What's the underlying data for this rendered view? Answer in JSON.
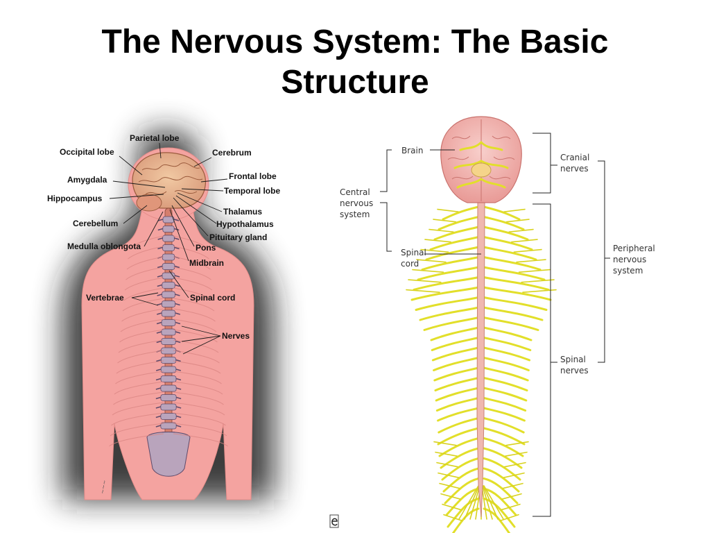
{
  "title": {
    "line1": "The Nervous System: The Basic",
    "line2": "Structure"
  },
  "left_figure": {
    "labels": {
      "parietal_lobe": "Parietal lobe",
      "occipital_lobe": "Occipital lobe",
      "cerebrum": "Cerebrum",
      "amygdala": "Amygdala",
      "frontal_lobe": "Frontal lobe",
      "temporal_lobe": "Temporal lobe",
      "hippocampus": "Hippocampus",
      "thalamus": "Thalamus",
      "cerebellum": "Cerebellum",
      "hypothalamus": "Hypothalamus",
      "pituitary_gland": "Pituitary gland",
      "medulla_oblongota": "Medulla oblongota",
      "pons": "Pons",
      "midbrain": "Midbrain",
      "vertebrae": "Vertebrae",
      "spinal_cord": "Spinal cord",
      "nerves": "Nerves"
    },
    "colors": {
      "skin": "#f4a3a0",
      "brain": "#e9b08a",
      "spine": "#8c7fa0"
    }
  },
  "right_figure": {
    "labels": {
      "brain": "Brain",
      "central_line1": "Central",
      "central_line2": "nervous",
      "central_line3": "system",
      "spinal_cord_line1": "Spinal",
      "spinal_cord_line2": "cord",
      "cranial_line1": "Cranial",
      "cranial_line2": "nerves",
      "peripheral_line1": "Peripheral",
      "peripheral_line2": "nervous",
      "peripheral_line3": "system",
      "spinal_nerves_line1": "Spinal",
      "spinal_nerves_line2": "nerves"
    },
    "colors": {
      "nerves": "#e2df2a",
      "brain": "#f4b8b6",
      "cord": "#f0b8b0"
    }
  }
}
